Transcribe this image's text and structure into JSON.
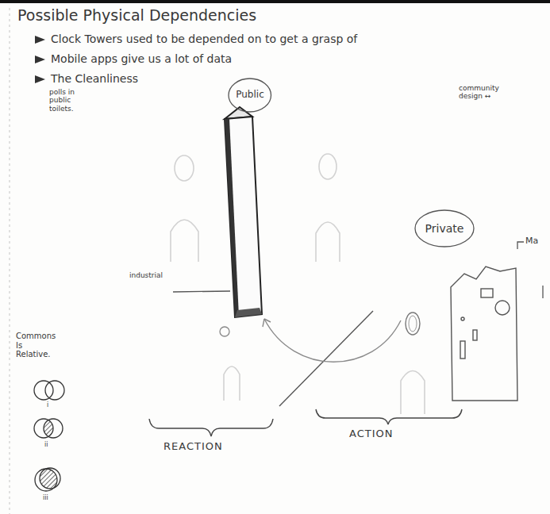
{
  "diagram": {
    "title": "Possible Physical Dependencies",
    "nodes": [
      {
        "text": [
          "Public"
        ]
      },
      {
        "text": [
          "Private"
        ]
      }
    ],
    "labels": [
      "Clock Towers used to be depended on to get a grasp of",
      "Mobile apps give us a lot of data",
      "The Cleanliness",
      "polls in public toilets.",
      "community design ↔",
      "industrial",
      "Ma",
      "Commons Is Relative.",
      "i",
      "ii",
      "iii",
      "REACTION",
      "ACTION"
    ]
  }
}
